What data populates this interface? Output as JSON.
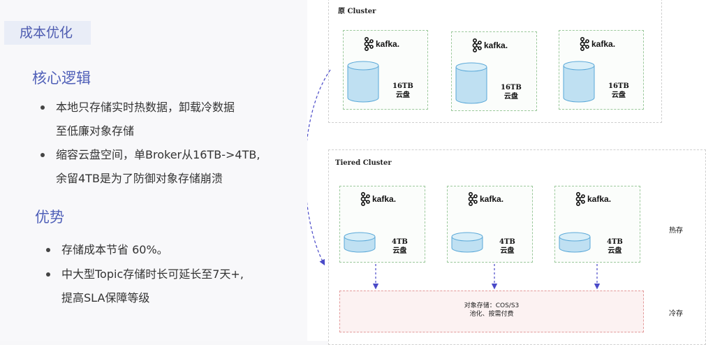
{
  "left": {
    "tag": "成本优化",
    "core_heading": "核心逻辑",
    "core_bullets": [
      {
        "lines": [
          "本地只存储实时热数据，卸载冷数据",
          "至低廉对象存储"
        ]
      },
      {
        "lines": [
          "缩容云盘空间，单Broker从16TB->4TB,",
          "余留4TB是为了防御对象存储崩溃"
        ]
      }
    ],
    "adv_heading": "优势",
    "adv_bullets": [
      {
        "lines": [
          "存储成本节省 60%。"
        ]
      },
      {
        "lines": [
          "中大型Topic存储时长可延长至7天+,",
          "提高SLA保障等级"
        ]
      }
    ]
  },
  "diagram": {
    "orig_cluster_title": "原 Cluster",
    "tiered_cluster_title": "Tiered Cluster",
    "kafka_label": "kafka.",
    "orig_nodes": [
      {
        "size": "16TB",
        "disk": "云盘"
      },
      {
        "size": "16TB",
        "disk": "云盘"
      },
      {
        "size": "16TB",
        "disk": "云盘"
      }
    ],
    "tiered_nodes": [
      {
        "size": "4TB",
        "disk": "云盘"
      },
      {
        "size": "4TB",
        "disk": "云盘"
      },
      {
        "size": "4TB",
        "disk": "云盘"
      }
    ],
    "object_storage_line1": "对象存储：COS/S3",
    "object_storage_line2": "池化、按需付费",
    "hot_label": "热存",
    "cold_label": "冷存",
    "colors": {
      "accent": "#4f5fb8",
      "node_border": "#9cc99c",
      "disk_fill": "#bfe0f2",
      "disk_stroke": "#5aa8d8",
      "storage_border": "#e39a9a",
      "arrow": "#4a4ac8"
    }
  }
}
